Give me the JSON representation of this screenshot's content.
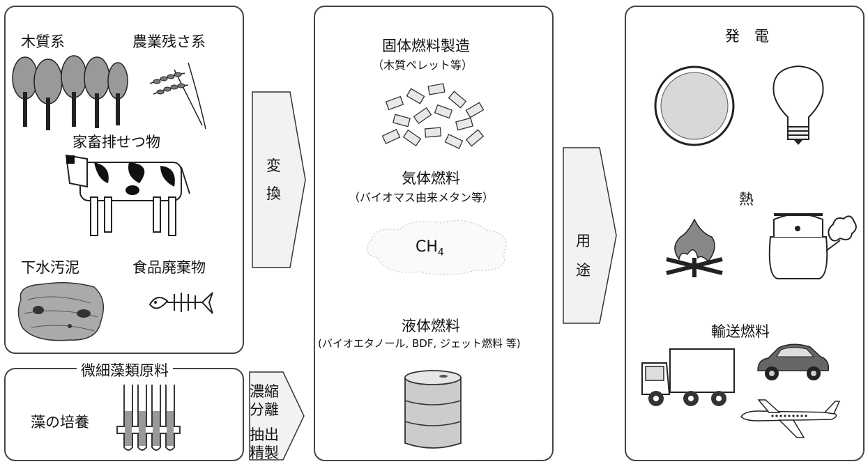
{
  "feedstock": {
    "woody": "木質系",
    "agri_residue": "農業残さ系",
    "livestock_waste": "家畜排せつ物",
    "sewage_sludge": "下水汚泥",
    "food_waste": "食品廃棄物"
  },
  "algae": {
    "title": "微細藻類原料",
    "culture": "藻の培養"
  },
  "conversion_arrow": {
    "line1": "変",
    "line2": "換"
  },
  "process_arrow": {
    "concentrate": "濃縮",
    "separate": "分離",
    "extract": "抽出",
    "refine": "精製"
  },
  "fuels": {
    "solid_title": "固体燃料製造",
    "solid_sub": "（木質ペレット等）",
    "gas_title": "気体燃料",
    "gas_sub": "（バイオマス由来メタン等）",
    "ch4_main": "CH",
    "ch4_sub": "4",
    "liquid_title": "液体燃料",
    "liquid_sub": "(バイオエタノール, BDF, ジェット燃料 等)"
  },
  "use_arrow": {
    "line1": "用",
    "line2": "途"
  },
  "uses": {
    "power_a": "発",
    "power_b": "電",
    "heat": "熱",
    "transport": "輸送燃料"
  }
}
